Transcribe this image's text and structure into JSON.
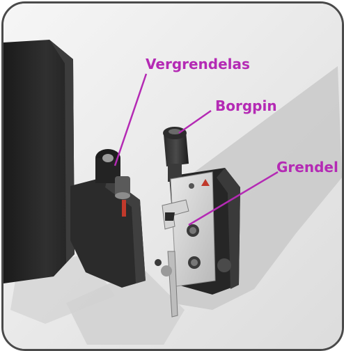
{
  "colors": {
    "callout": "#b42ab4",
    "frame_border": "#4a4a4a",
    "background": "#f3f3f3"
  },
  "labels": {
    "vergrendelas": "Vergrendelas",
    "borgpin": "Borgpin",
    "grendel": "Grendel"
  }
}
